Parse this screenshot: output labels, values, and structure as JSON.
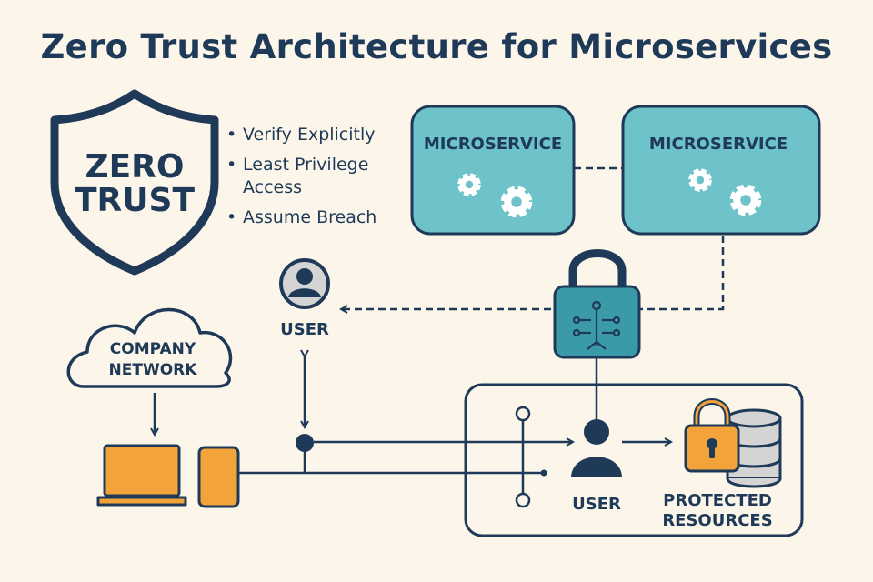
{
  "title": "Zero Trust Architecture for Microservices",
  "shield": {
    "line1": "ZERO",
    "line2": "TRUST"
  },
  "principles": [
    "Verify Explicitly",
    "Least Privilege Access",
    "Assume Breach"
  ],
  "microservices": [
    {
      "label": "MICROSERVICE"
    },
    {
      "label": "MICROSERVICE"
    }
  ],
  "cloud": {
    "line1": "COMPANY",
    "line2": "NETWORK"
  },
  "user_top": {
    "label": "USER"
  },
  "user_inner": {
    "label": "USER"
  },
  "resources": {
    "line1": "PROTECTED",
    "line2": "RESOURCES"
  },
  "colors": {
    "navy": "#1f3a58",
    "teal": "#6dc3c9",
    "teal_dark": "#3a9aa8",
    "orange": "#f2a33a",
    "background": "#fcf6ea",
    "gear": "#ffffff",
    "gray": "#d4d4d4"
  },
  "icons": [
    "shield-icon",
    "gear-icon",
    "padlock-circuit-icon",
    "user-icon",
    "cloud-icon",
    "laptop-icon",
    "phone-icon",
    "padlock-icon",
    "database-icon"
  ]
}
